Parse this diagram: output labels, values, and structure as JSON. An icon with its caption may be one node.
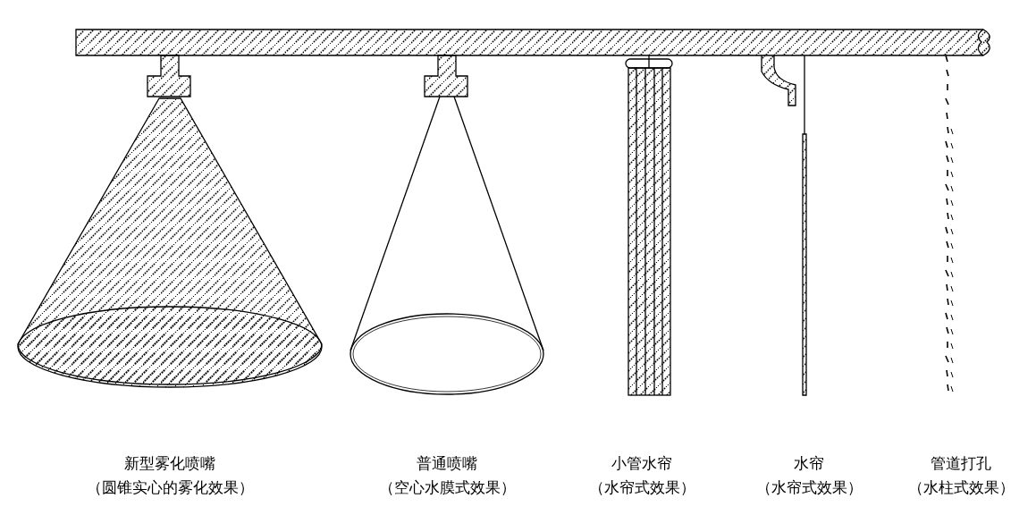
{
  "diagram": {
    "labels": [
      "新型雾化喷嘴",
      "（圆锥实心的雾化效果）",
      "普通喷嘴",
      "（空心水膜式效果）",
      "小管水帘",
      "（水帘式效果）",
      "水帘",
      "（水帘式效果）",
      "管道打孔",
      "（水柱式效果）"
    ]
  }
}
